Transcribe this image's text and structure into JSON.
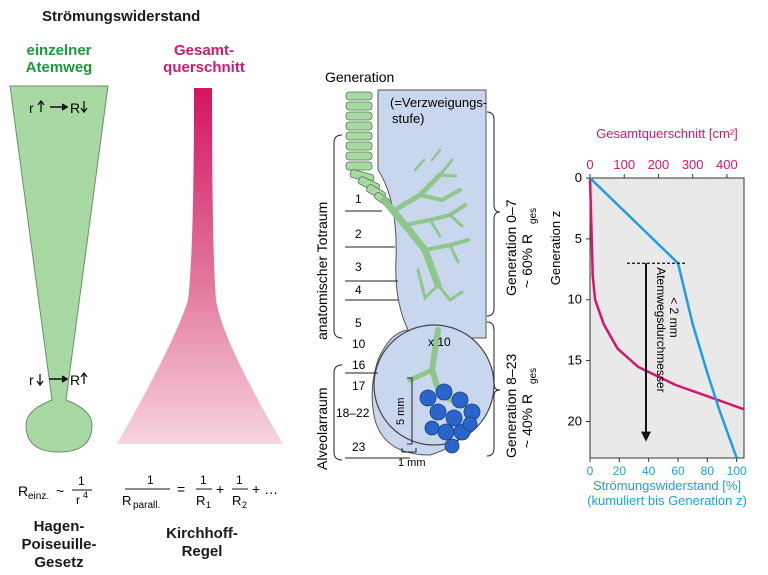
{
  "title": "Strömungswiderstand",
  "left": {
    "heading_line1": "einzelner",
    "heading_line2": "Atemweg",
    "top_r": "r",
    "top_R": "R",
    "bottom_r": "r",
    "bottom_R": "R",
    "formula_R": "R",
    "formula_sub": "einz.",
    "formula_tilde": "~",
    "formula_num": "1",
    "formula_den": "r",
    "formula_exp": "4",
    "law_line1": "Hagen-",
    "law_line2": "Poiseuille-",
    "law_line3": "Gesetz"
  },
  "middle": {
    "heading_line1": "Gesamt-",
    "heading_line2": "querschnitt",
    "formula_num": "1",
    "formula_R": "R",
    "formula_sub": "parall.",
    "formula_eq": "=",
    "formula_one_a": "1",
    "formula_R1": "R",
    "formula_R1_sub": "1",
    "formula_plus1": "+",
    "formula_one_b": "1",
    "formula_R2": "R",
    "formula_R2_sub": "2",
    "formula_plus2": "+ …",
    "law_line1": "Kirchhoff-",
    "law_line2": "Regel"
  },
  "lung": {
    "generation_label": "Generation",
    "verzweigung_line1": "(=Verzweigungs-",
    "verzweigung_line2": "stufe)",
    "gen_numbers": [
      "1",
      "2",
      "3",
      "4",
      "5",
      "10",
      "16",
      "17",
      "18–22",
      "23"
    ],
    "totraum": "anatomischer Totraum",
    "alveolarraum": "Alveolarraum",
    "x10": "x 10",
    "scale_5mm": "5 mm",
    "scale_1mm": "1 mm",
    "gen_top": "Generation 0–7",
    "gen_top_pct": "~ 60% R",
    "gen_top_sub": "ges",
    "gen_bottom": "Generation 8–23",
    "gen_bottom_pct": "~ 40% R",
    "gen_bottom_sub": "ges"
  },
  "chart_data": {
    "type": "line",
    "top_axis_title": "Gesamtquerschnitt [cm²]",
    "top_axis_ticks": [
      "0",
      "100",
      "200",
      "300",
      "400"
    ],
    "top_axis_range": [
      0,
      450
    ],
    "bottom_axis_title_line1": "Strömungswiderstand [%]",
    "bottom_axis_title_line2": "(kumuliert bis Generation z)",
    "bottom_axis_ticks": [
      "0",
      "20",
      "40",
      "60",
      "80",
      "100"
    ],
    "bottom_axis_range": [
      0,
      105
    ],
    "y_axis_title": "Generation z",
    "y_axis_ticks": [
      "0",
      "5",
      "10",
      "15",
      "20"
    ],
    "y_axis_range": [
      0,
      23
    ],
    "y_inverted": true,
    "annotation_line1": "Atemwegsdurchmesser",
    "annotation_line2": "< 2 mm",
    "series": [
      {
        "axis": "top",
        "color": "#d6166a",
        "points": [
          [
            0,
            0
          ],
          [
            2,
            2
          ],
          [
            4,
            4
          ],
          [
            6,
            6
          ],
          [
            8,
            8
          ],
          [
            15,
            10
          ],
          [
            40,
            12
          ],
          [
            80,
            14
          ],
          [
            140,
            15.5
          ],
          [
            250,
            17
          ],
          [
            350,
            18
          ],
          [
            450,
            19
          ]
        ]
      },
      {
        "axis": "bottom",
        "color": "#1e9ee0",
        "points": [
          [
            0,
            0
          ],
          [
            60,
            7
          ],
          [
            70,
            12
          ],
          [
            80,
            16
          ],
          [
            88,
            19
          ],
          [
            100,
            23
          ]
        ]
      }
    ],
    "colors": {
      "green": "#1a9a3a",
      "pink": "#d11a6a",
      "blue": "#1e9ee0"
    }
  }
}
